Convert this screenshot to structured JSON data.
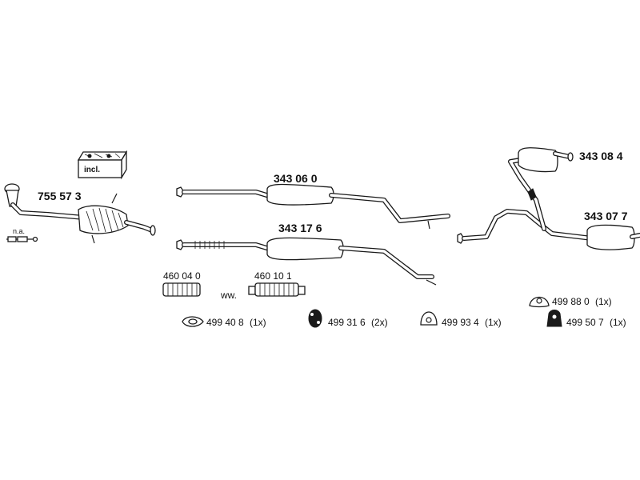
{
  "parts": {
    "catalytic_converter": "755 57 3",
    "front_muffler_a": "343 06 0",
    "front_muffler_b": "343 17 6",
    "rear_muffler_top": "343 08 4",
    "rear_muffler_bottom": "343 07 7",
    "flex_pipe_a": "460 04 0",
    "flex_pipe_b": "460 10 1"
  },
  "labels": {
    "na": "n.a.",
    "ww": "ww.",
    "incl": "incl."
  },
  "fittings": [
    {
      "number": "499 40 8",
      "qty": "(1x)",
      "icon": "gasket-icon"
    },
    {
      "number": "499 31 6",
      "qty": "(2x)",
      "icon": "rubber-mount-icon"
    },
    {
      "number": "499 93 4",
      "qty": "(1x)",
      "icon": "hanger-icon"
    },
    {
      "number": "499 88 0",
      "qty": "(1x)",
      "icon": "hanger-ring-icon"
    },
    {
      "number": "499 50 7",
      "qty": "(1x)",
      "icon": "rubber-block-icon"
    }
  ]
}
